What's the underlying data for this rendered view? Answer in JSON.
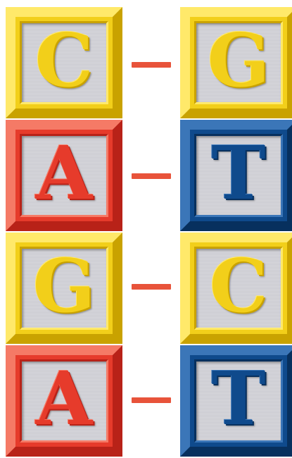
{
  "left_strand": [
    {
      "letter": "C",
      "color": "#f2cf1a",
      "color_light": "#ffe96a",
      "color_dark": "#c9a200"
    },
    {
      "letter": "A",
      "color": "#e63b2b",
      "color_light": "#f57a66",
      "color_dark": "#b82218"
    },
    {
      "letter": "G",
      "color": "#f2cf1a",
      "color_light": "#ffe96a",
      "color_dark": "#c9a200"
    },
    {
      "letter": "A",
      "color": "#e63b2b",
      "color_light": "#f57a66",
      "color_dark": "#b82218"
    }
  ],
  "right_strand": [
    {
      "letter": "G",
      "color": "#f2cf1a",
      "color_light": "#ffe96a",
      "color_dark": "#c9a200"
    },
    {
      "letter": "T",
      "color": "#0f4a8c",
      "color_light": "#3b76b8",
      "color_dark": "#07305e"
    },
    {
      "letter": "C",
      "color": "#f2cf1a",
      "color_light": "#ffe96a",
      "color_dark": "#c9a200"
    },
    {
      "letter": "T",
      "color": "#0f4a8c",
      "color_light": "#3b76b8",
      "color_dark": "#07305e"
    }
  ],
  "bond_color": "#e8533a"
}
